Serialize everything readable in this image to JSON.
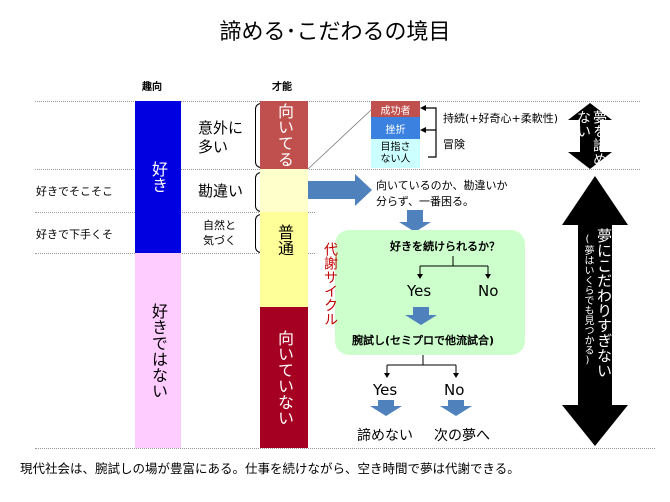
{
  "title": "諦める･こだわるの境目",
  "headers": {
    "preference": "趣向",
    "talent": "才能"
  },
  "left_labels": {
    "soso": "好きでそこそこ",
    "bad": "好きで下手くそ"
  },
  "preference_bars": {
    "like": "好き",
    "dislike": "好きではない"
  },
  "talent_notes": {
    "many": "意外に\n多い",
    "mistake": "勘違い",
    "notice": "自然と\n気づく"
  },
  "talent_bars": {
    "suited": "向いてる",
    "normal": "普通",
    "unsuited": "向いていない"
  },
  "outcomes": {
    "success": "成功者",
    "setback": "挫折",
    "no_aim": "目指さない人",
    "persist": "持続(+好奇心+柔軟性)",
    "adventure": "冒険"
  },
  "confused_text": "向いているのか、勘違いか分らず、一番困る。",
  "cycle": {
    "label": "代謝サイクル",
    "q1": "好きを続けられるか？",
    "yes1": "Yes",
    "no1": "No",
    "trial": "腕試し(セミプロで他流試合)",
    "yes2": "Yes",
    "no2": "No",
    "result_yes": "諦めない",
    "result_no": "次の夢へ"
  },
  "arrows": {
    "dont_give_up": "夢を諦めない",
    "dont_cling": "夢にこだわりすぎない",
    "dont_cling_note": "(夢はいくらでも見つかる)"
  },
  "footer": "現代社会は、腕試しの場が豊富にある。仕事を続けながら、空き時間で夢は代謝できる。",
  "colors": {
    "blue": "#0000e0",
    "pink": "#ffccff",
    "red": "#c0504d",
    "darkred": "#a50021",
    "lightyellow": "#ffffcc",
    "yellow": "#ffff99",
    "arrow": "#4f81bd",
    "green": "#ccffcc"
  }
}
